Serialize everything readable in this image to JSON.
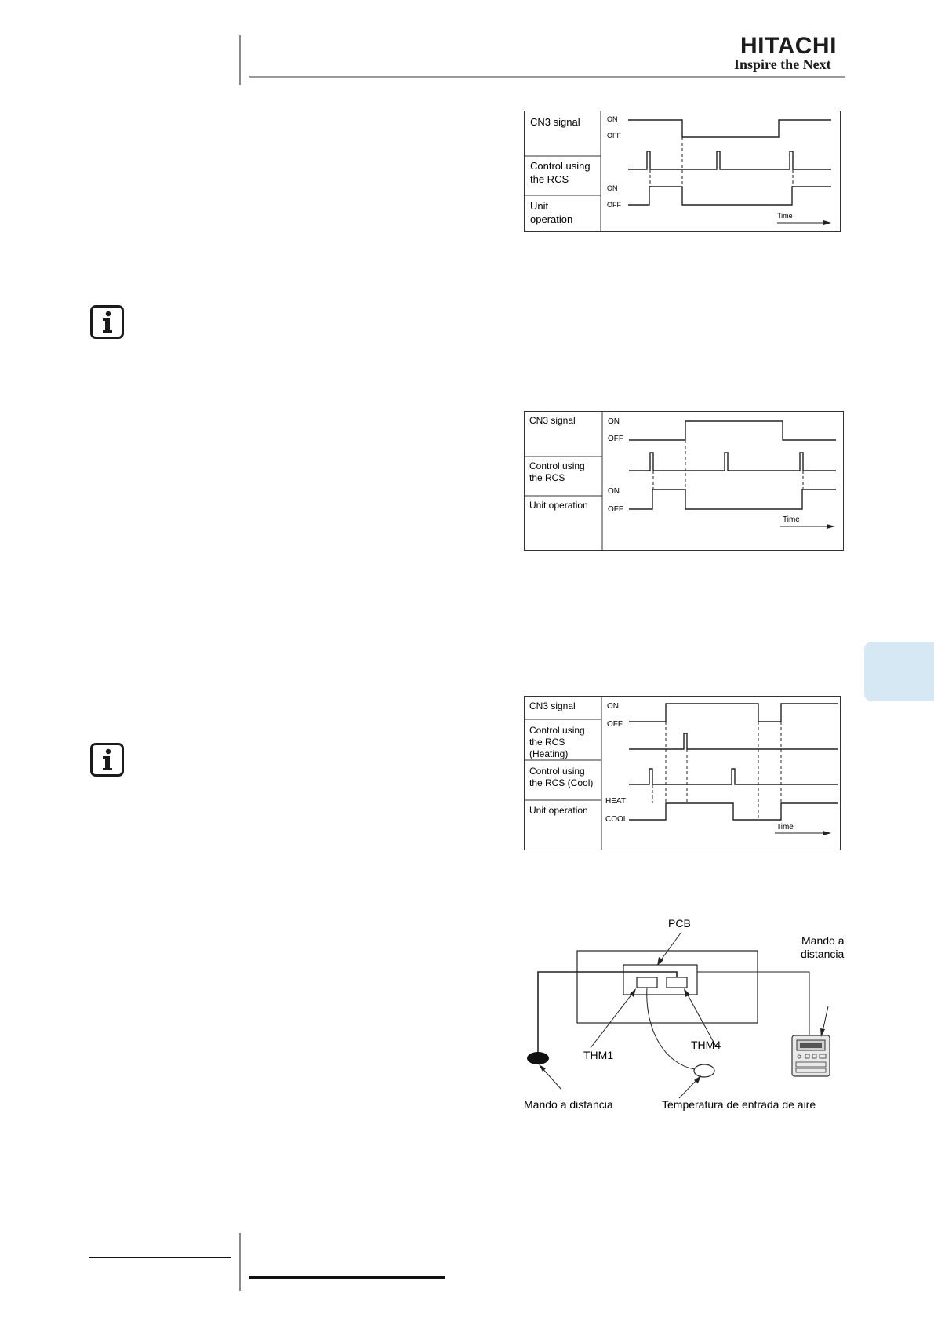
{
  "header": {
    "brand": "HITACHI",
    "tagline": "Inspire the Nex",
    "tagline_last": "t"
  },
  "figure1": {
    "rows": [
      "CN3 signal",
      "Control using",
      "the RCS",
      "Unit",
      "operation"
    ],
    "levels": [
      "ON",
      "OFF",
      "ON",
      "OFF"
    ],
    "time_label": "Time"
  },
  "figure2": {
    "rows": [
      "CN3 signal",
      "Control using",
      "the RCS",
      "Unit operation"
    ],
    "levels": [
      "ON",
      "OFF",
      "ON",
      "OFF"
    ],
    "time_label": "Time"
  },
  "figure3": {
    "rows": [
      "CN3 signal",
      "Control using",
      "the RCS",
      "(Heating)",
      "Control using",
      "the RCS (Cool)",
      "Unit operation"
    ],
    "levels": [
      "ON",
      "OFF",
      "HEAT",
      "COOL"
    ],
    "time_label": "Time"
  },
  "figure4": {
    "pcb_label": "PCB",
    "remote_label_top_1": "Mando a",
    "remote_label_top_2": "distancia",
    "thm1_label": "THM1",
    "thm4_label": "THM4",
    "remote_label_bottom": "Mando a distancia",
    "air_inlet_label": "Temperatura de entrada de aire"
  }
}
